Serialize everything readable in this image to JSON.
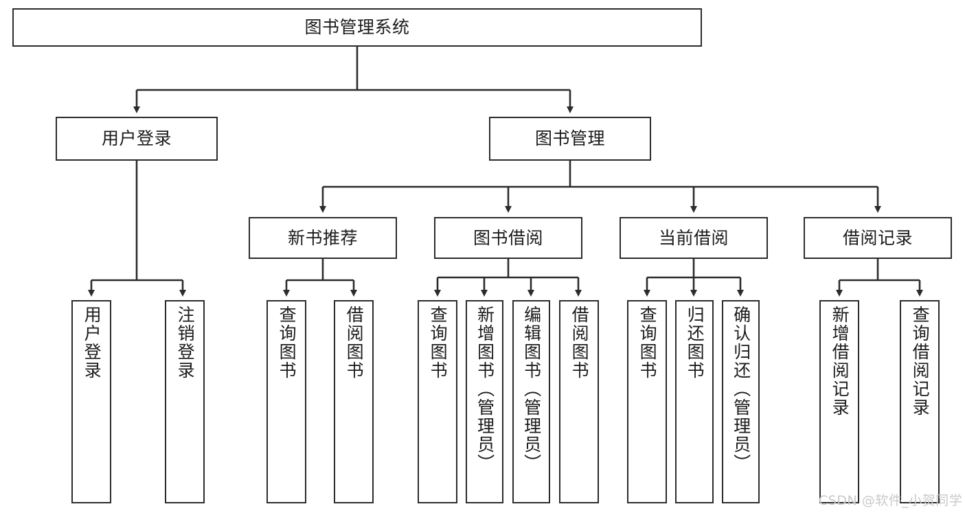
{
  "diagram": {
    "title": "图书管理系统",
    "type": "tree-hierarchy-chart",
    "orientation": "top-down",
    "colors": {
      "node_border": "#2b2b2b",
      "node_fill": "#ffffff",
      "edge": "#2b2b2b",
      "text": "#1b1b1b",
      "watermark": "#c9c9c9",
      "background": "#ffffff"
    },
    "root": {
      "label": "图书管理系统"
    },
    "level2": [
      {
        "label": "用户登录"
      },
      {
        "label": "图书管理"
      }
    ],
    "level3": [
      {
        "label": "新书推荐"
      },
      {
        "label": "图书借阅"
      },
      {
        "label": "当前借阅"
      },
      {
        "label": "借阅记录"
      }
    ],
    "leaves": {
      "user_login": [
        {
          "label": "用户登录"
        },
        {
          "label": "注销登录"
        }
      ],
      "new_book_recommend": [
        {
          "label": "查询图书"
        },
        {
          "label": "借阅图书"
        }
      ],
      "book_borrow": [
        {
          "label": "查询图书"
        },
        {
          "label": "新增图书（管理员）"
        },
        {
          "label": "编辑图书（管理员）"
        },
        {
          "label": "借阅图书"
        }
      ],
      "current_borrow": [
        {
          "label": "查询图书"
        },
        {
          "label": "归还图书"
        },
        {
          "label": "确认归还（管理员）"
        }
      ],
      "borrow_record": [
        {
          "label": "新增借阅记录"
        },
        {
          "label": "查询借阅记录"
        }
      ]
    },
    "watermark": "CSDN @软件_小贺同学"
  }
}
